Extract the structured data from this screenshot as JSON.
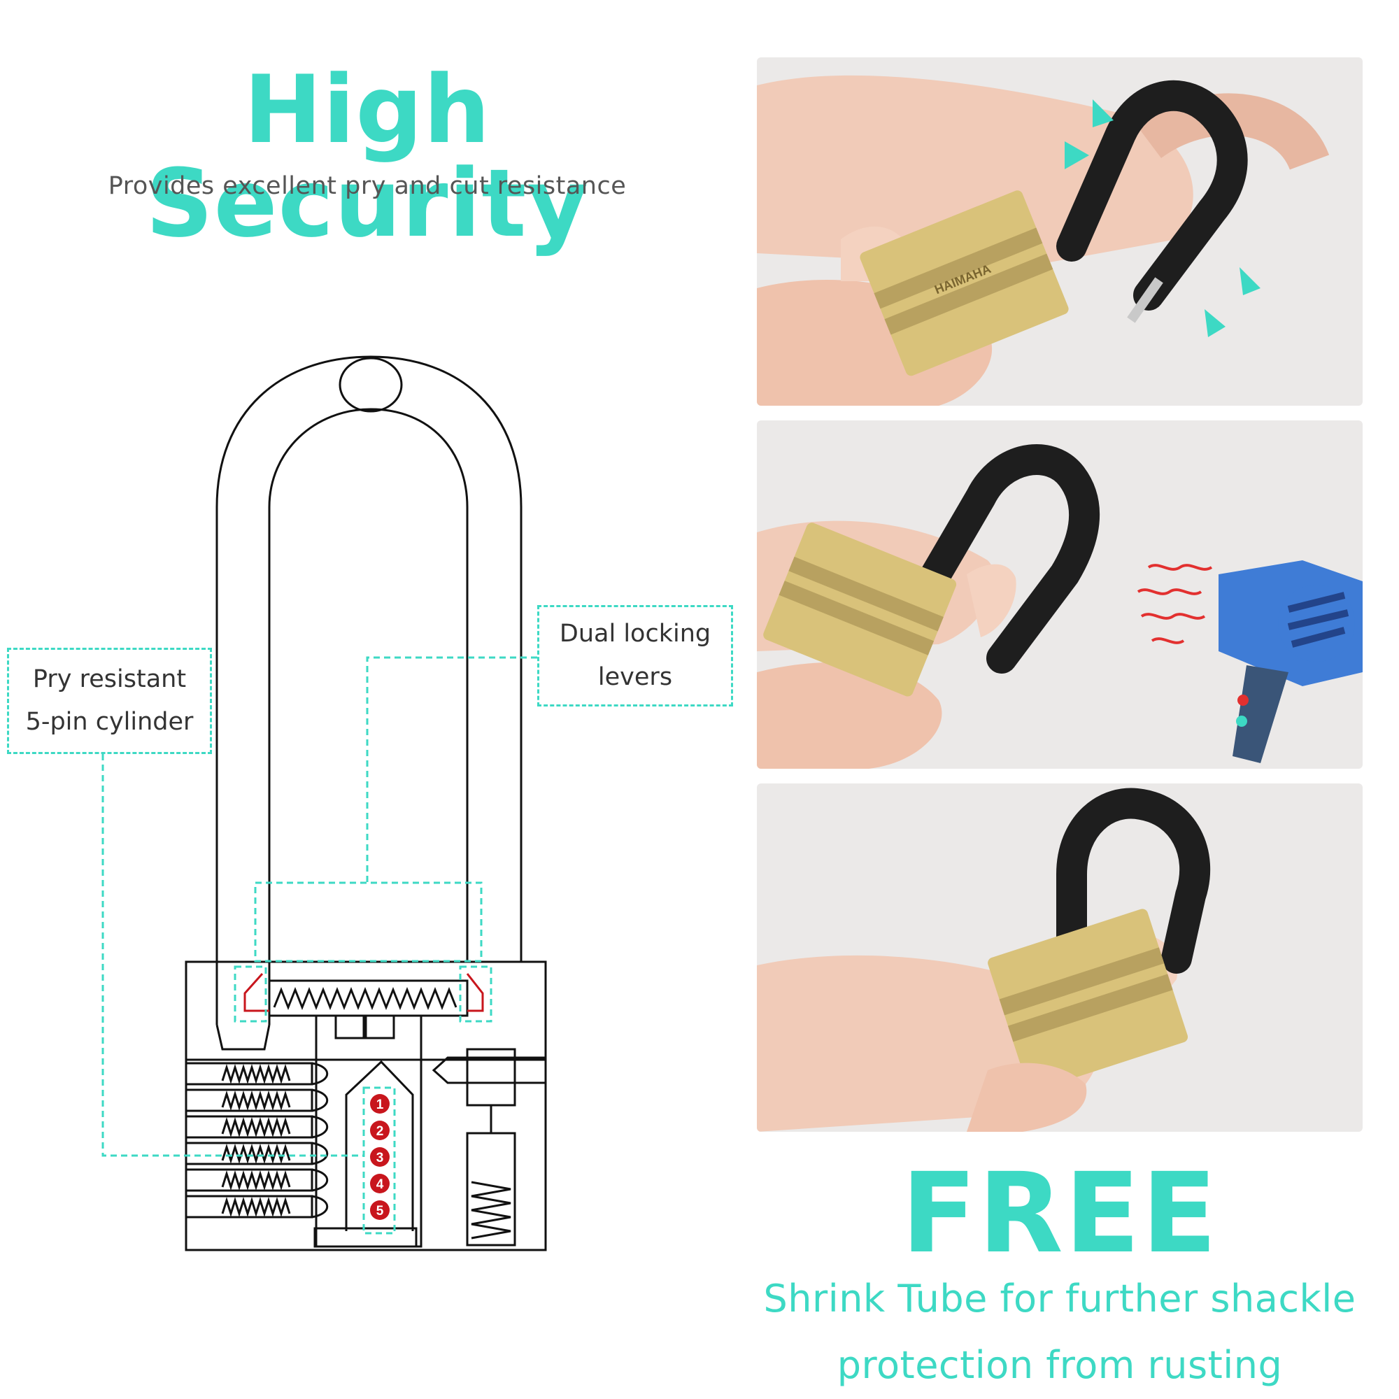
{
  "colors": {
    "accent": "#3dd9c4",
    "text_dark": "#333333",
    "text_gray": "#555555",
    "pin_red": "#c8161d",
    "brass": "#d9c27a",
    "tube": "#1e1e1e",
    "dryer_blue": "#3f7cd6",
    "heat_red": "#e2302f"
  },
  "header": {
    "title": "High Security",
    "subtitle": "Provides excellent pry and cut resistance"
  },
  "diagram": {
    "callout_pry": {
      "line1": "Pry resistant",
      "line2": "5-pin cylinder"
    },
    "callout_dual": {
      "line1": "Dual locking",
      "line2": "levers"
    },
    "pins": [
      "1",
      "2",
      "3",
      "4",
      "5"
    ]
  },
  "photos": {
    "brand_text": "HAIMAHA",
    "icons": [
      "compress-arrows-icon",
      "hair-dryer-icon",
      "heat-wave-icon"
    ]
  },
  "free": {
    "title": "FREE",
    "line1": "Shrink Tube for further shackle",
    "line2": "protection from rusting"
  }
}
